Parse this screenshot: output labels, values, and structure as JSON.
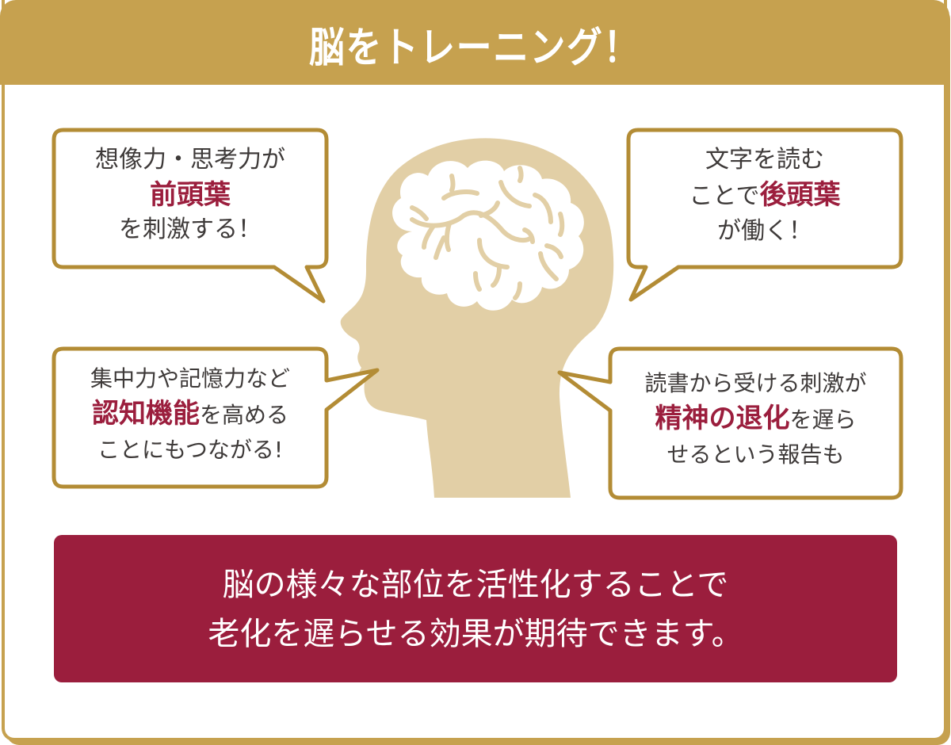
{
  "header": {
    "title": "脳をトレーニング！"
  },
  "colors": {
    "gold": "#c6a14f",
    "bubble_border": "#b38c35",
    "head_fill": "#e2cfa6",
    "accent_red": "#9b1e3d",
    "text_dark": "#3e3a39"
  },
  "bubbles": {
    "top_left": {
      "line1": "想像力・思考力が",
      "highlight": "前頭葉",
      "line3": "を刺激する！"
    },
    "top_right": {
      "line1": "文字を読む",
      "line2_prefix": "ことで",
      "highlight": "後頭葉",
      "line3": "が働く！"
    },
    "bottom_left": {
      "line1": "集中力や記憶力など",
      "highlight": "認知機能",
      "line2_suffix": "を高める",
      "line3": "ことにもつながる!"
    },
    "bottom_right": {
      "line1": "読書から受ける刺激が",
      "highlight": "精神の退化",
      "line2_suffix": "を遅ら",
      "line3": "せるという報告も"
    }
  },
  "illustration": {
    "icon": "head-with-brain-icon"
  },
  "summary": {
    "line1": "脳の様々な部位を活性化することで",
    "line2": "老化を遅らせる効果が期待できます。"
  }
}
